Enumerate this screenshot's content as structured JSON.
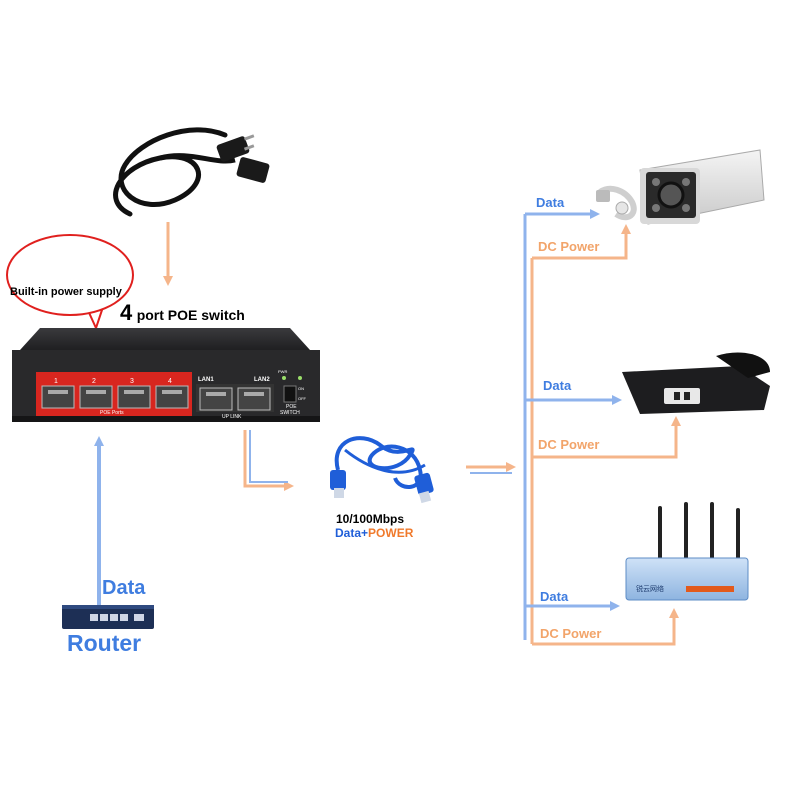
{
  "switch": {
    "title_num": "4",
    "title_text": "port POE switch",
    "port_labels": [
      "1",
      "2",
      "3",
      "4"
    ],
    "poe_ports_label": "POE Ports",
    "lan1_label": "LAN1",
    "lan2_label": "LAN2",
    "uplink_label": "UP LINK",
    "poe_switch_label_1": "POE",
    "poe_switch_label_2": "SWITCH",
    "pwr_label": "PWR",
    "on_label": "ON",
    "off_label": "OFF"
  },
  "power_supply": {
    "label": "Built-in power supply"
  },
  "router": {
    "data_label": "Data",
    "name": "Router"
  },
  "cable": {
    "speed": "10/100Mbps",
    "data_word": "Data",
    "plus": "+",
    "power_word": "POWER"
  },
  "devices": {
    "camera": {
      "data_label": "Data",
      "power_label": "DC Power"
    },
    "phone": {
      "data_label": "Data",
      "power_label": "DC Power"
    },
    "ap": {
      "data_label": "Data",
      "power_label": "DC Power",
      "brand": "锐云网络"
    }
  },
  "colors": {
    "data_arrow": "#8fb3ec",
    "power_arrow": "#f5b58a",
    "data_text": "#3f7de0",
    "power_text": "#f2a46a",
    "switch_body": "#2b2b2d",
    "poe_panel": "#d8261f"
  }
}
